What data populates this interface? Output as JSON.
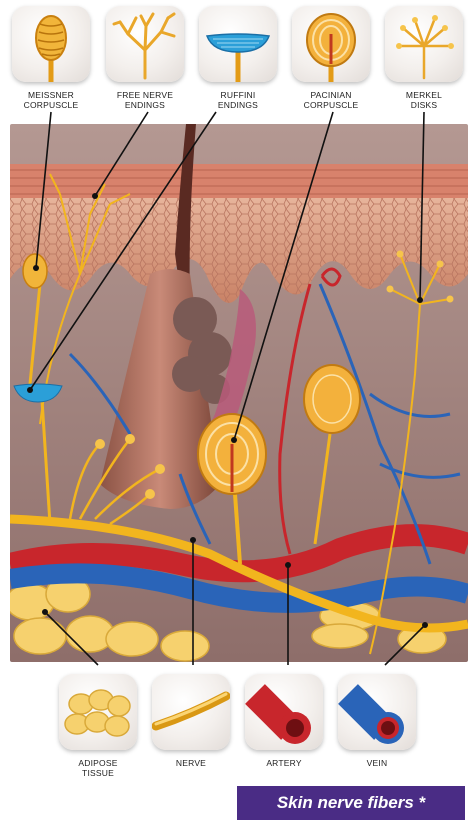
{
  "top_labels": [
    {
      "line1": "MEISSNER",
      "line2": "CORPUSCLE"
    },
    {
      "line1": "FREE NERVE",
      "line2": "ENDINGS"
    },
    {
      "line1": "RUFFINI",
      "line2": "ENDINGS"
    },
    {
      "line1": "PACINIAN",
      "line2": "CORPUSCLE"
    },
    {
      "line1": "MERKEL",
      "line2": "DISKS"
    }
  ],
  "bottom_labels": [
    {
      "line1": "ADIPOSE",
      "line2": "TISSUE"
    },
    {
      "line1": "NERVE",
      "line2": ""
    },
    {
      "line1": "ARTERY",
      "line2": ""
    },
    {
      "line1": "VEIN",
      "line2": ""
    }
  ],
  "banner": "Skin nerve fibers *",
  "colors": {
    "banner_bg": "#4a2c85",
    "nerve": "#f2b51e",
    "artery": "#c8262c",
    "vein": "#2a64b8",
    "ruffini": "#2b9fd8",
    "skin": "#d99b7e",
    "dermis": "#a98a84"
  }
}
